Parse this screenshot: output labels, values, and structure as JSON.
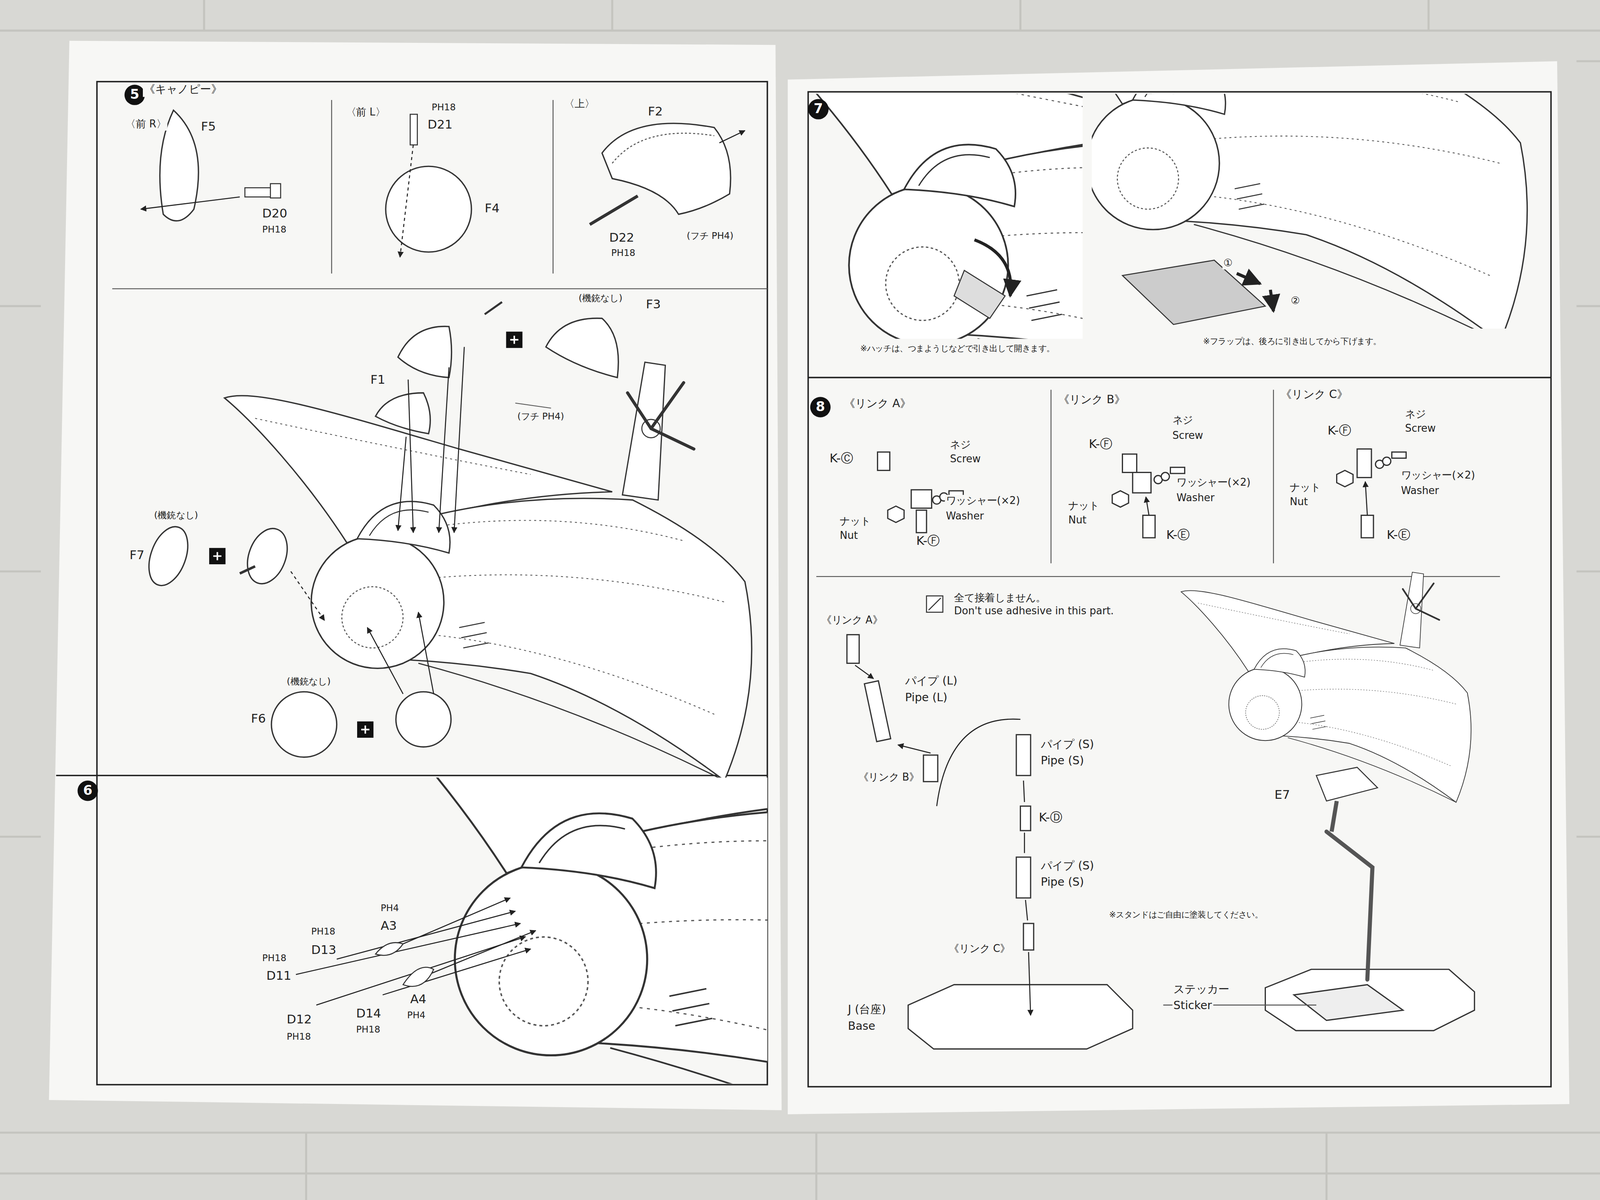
{
  "diagram": {
    "labels": [
      "5",
      "《キャノピー》",
      "〈前 R〉",
      "F5",
      "D20",
      "PH18",
      "〈前 L〉",
      "PH18",
      "D21",
      "F4",
      "〈上〉",
      "F2",
      "D22",
      "PH18",
      "(フチ PH4)",
      "(機銃なし)",
      "F3",
      "F1",
      "(フチ PH4)",
      "(機銃なし)",
      "F7",
      "(機銃なし)",
      "F6",
      "6",
      "PH4",
      "A3",
      "PH18",
      "D13",
      "PH18",
      "D11",
      "D12",
      "PH18",
      "D14",
      "PH18",
      "A4",
      "PH4",
      "7",
      "※ハッチは、つまようじなどで引き出して開きます。",
      "※フラップは、後ろに引き出してから下げます。",
      "①",
      "②",
      "8",
      "《リンク A》",
      "K-Ⓒ",
      "ネジ",
      "Screw",
      "ワッシャー(×2)",
      "Washer",
      "ナット",
      "Nut",
      "K-Ⓕ",
      "《リンク B》",
      "K-Ⓕ",
      "ネジ",
      "Screw",
      "ワッシャー(×2)",
      "Washer",
      "ナット",
      "Nut",
      "K-Ⓔ",
      "《リンク C》",
      "K-Ⓕ",
      "ネジ",
      "Screw",
      "ナット",
      "Nut",
      "ワッシャー(×2)",
      "Washer",
      "K-Ⓔ",
      "全て接着しません。",
      "Don't use adhesive in this part.",
      "《リンク A》",
      "パイプ (L)",
      "Pipe (L)",
      "《リンク B》",
      "パイプ (S)",
      "Pipe (S)",
      "K-Ⓓ",
      "パイプ (S)",
      "Pipe (S)",
      "※スタンドはご自由に塗装してください。",
      "《リンク C》",
      "J (台座)",
      "Base",
      "E7",
      "ステッカー",
      "Sticker"
    ]
  }
}
